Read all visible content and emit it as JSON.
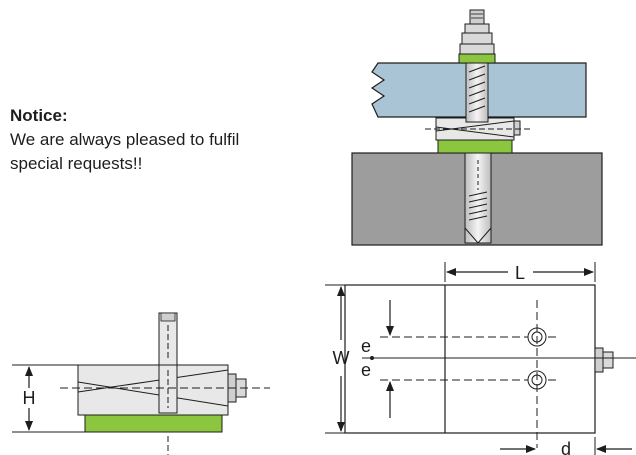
{
  "notice": {
    "title": "Notice:",
    "body": "We are always pleased to fulfil special requests!!"
  },
  "dimensions": {
    "length": "L",
    "width": "W",
    "height": "H",
    "offset": "e",
    "distance": "d"
  },
  "colors": {
    "pad_green": "#8cc63f",
    "machine_blue": "#a9c4d4",
    "floor_gray": "#9d9d9d",
    "steel_light": "#e8e8e8",
    "outline": "#1d1d1b"
  }
}
